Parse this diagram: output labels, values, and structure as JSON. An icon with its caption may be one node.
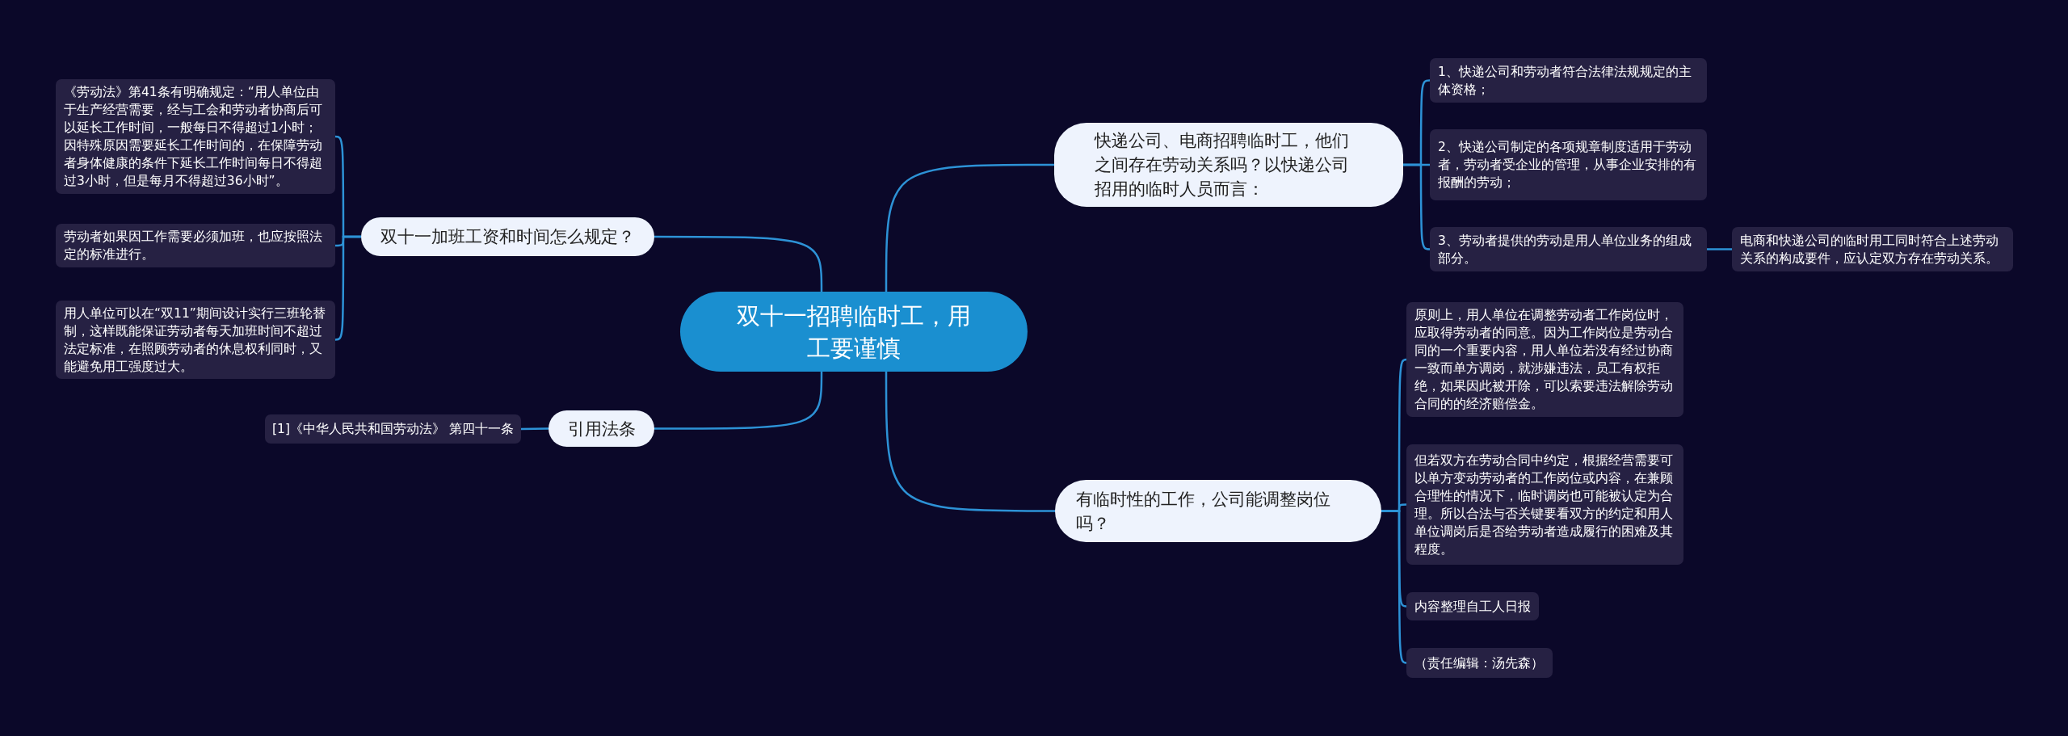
{
  "diagram": {
    "nodes": [
      {
        "text": [
          "双十一招聘临时工，用工要谨慎"
        ]
      },
      {
        "text": [
          "双十一加班工资和时间怎么规定？"
        ]
      },
      {
        "text": [
          "《劳动法》第41条有明确规定：“用人单位由于生产经营需要，经与工会和劳动者协商后可以延长工作时间，一般每日不得超过1小时；因特殊原因需要延长工作时间的，在保障劳动者身体健康的条件下延长工作时间每日不得超过3小时，但是每月不得超过36小时”。"
        ]
      },
      {
        "text": [
          "劳动者如果因工作需要必须加班，也应按照法定的标准进行。"
        ]
      },
      {
        "text": [
          "用人单位可以在“双11”期间设计实行三班轮替制，这样既能保证劳动者每天加班时间不超过法定标准，在照顾劳动者的休息权利同时，又能避免用工强度过大。"
        ]
      },
      {
        "text": [
          "引用法条"
        ]
      },
      {
        "text": [
          "[1]《中华人民共和国劳动法》 第四十一条"
        ]
      },
      {
        "text": [
          "快递公司、电商招聘临时工，他们之间存在劳动关系吗？以快递公司招用的临时人员而言："
        ]
      },
      {
        "text": [
          "1、快递公司和劳动者符合法律法规规定的主体资格；"
        ]
      },
      {
        "text": [
          "2、快递公司制定的各项规章制度适用于劳动者，劳动者受企业的管理，从事企业安排的有报酬的劳动；"
        ]
      },
      {
        "text": [
          "3、劳动者提供的劳动是用人单位业务的组成部分。"
        ]
      },
      {
        "text": [
          "电商和快递公司的临时用工同时符合上述劳动关系的构成要件，应认定双方存在劳动关系。"
        ]
      },
      {
        "text": [
          "有临时性的工作，公司能调整岗位吗？"
        ]
      },
      {
        "text": [
          "原则上，用人单位在调整劳动者工作岗位时，应取得劳动者的同意。因为工作岗位是劳动合同的一个重要内容，用人单位若没有经过协商一致而单方调岗，就涉嫌违法，员工有权拒绝，如果因此被开除，可以索要违法解除劳动合同的的经济赔偿金。"
        ]
      },
      {
        "text": [
          "但若双方在劳动合同中约定，根据经营需要可以单方变动劳动者的工作岗位或内容，在兼顾合理性的情况下，临时调岗也可能被认定为合理。所以合法与否关键要看双方的约定和用人单位调岗后是否给劳动者造成履行的困难及其程度。"
        ]
      },
      {
        "text": [
          "内容整理自工人日报"
        ]
      },
      {
        "text": [
          "（责任编辑：汤先森）"
        ]
      }
    ],
    "edges": [
      {
        "from": 0,
        "to": 1,
        "arrow": "none"
      },
      {
        "from": 1,
        "to": 2,
        "arrow": "none"
      },
      {
        "from": 1,
        "to": 3,
        "arrow": "none"
      },
      {
        "from": 1,
        "to": 4,
        "arrow": "none"
      },
      {
        "from": 0,
        "to": 5,
        "arrow": "none"
      },
      {
        "from": 5,
        "to": 6,
        "arrow": "none"
      },
      {
        "from": 0,
        "to": 7,
        "arrow": "none"
      },
      {
        "from": 7,
        "to": 8,
        "arrow": "none"
      },
      {
        "from": 7,
        "to": 9,
        "arrow": "none"
      },
      {
        "from": 7,
        "to": 10,
        "arrow": "none"
      },
      {
        "from": 10,
        "to": 11,
        "arrow": "none"
      },
      {
        "from": 0,
        "to": 12,
        "arrow": "none"
      },
      {
        "from": 12,
        "to": 13,
        "arrow": "none"
      },
      {
        "from": 12,
        "to": 14,
        "arrow": "none"
      },
      {
        "from": 12,
        "to": 15,
        "arrow": "none"
      },
      {
        "from": 12,
        "to": 16,
        "arrow": "none"
      }
    ]
  }
}
